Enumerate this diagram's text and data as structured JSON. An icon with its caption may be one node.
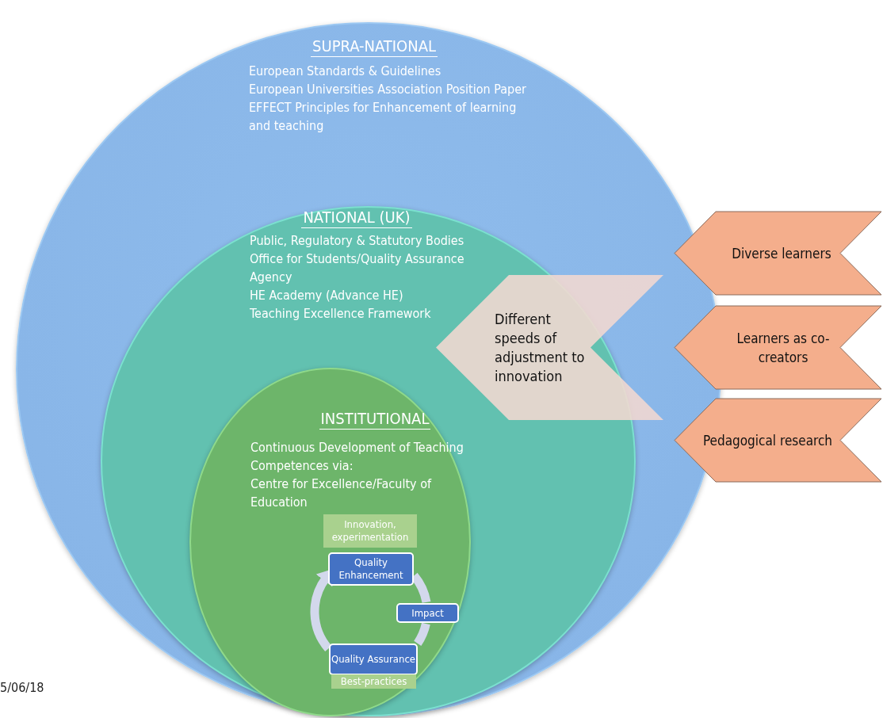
{
  "diagram": {
    "nodes": [
      {
        "text": [
          "SUPRA-NATIONAL",
          "European Standards & Guidelines",
          "European Universities Association Position Paper",
          "EFFECT Principles for Enhancement of learning and teaching"
        ]
      },
      {
        "text": [
          "NATIONAL (UK)",
          "Public, Regulatory & Statutory Bodies",
          "Office for Students/Quality Assurance Agency",
          "HE Academy (Advance HE)",
          "Teaching Excellence Framework"
        ],
        "in": 0
      },
      {
        "text": [
          "INSTITUTIONAL",
          "Continuous Development of Teaching Competences via:",
          "Centre for Excellence/Faculty of Education"
        ],
        "in": 1
      },
      {
        "text": [
          "Innovation, experimentation"
        ],
        "in": 2
      },
      {
        "text": [
          "Quality Enhancement"
        ],
        "in": 2
      },
      {
        "text": [
          "Impact"
        ],
        "in": 2
      },
      {
        "text": [
          "Quality Assurance"
        ],
        "in": 2
      },
      {
        "text": [
          "Best-practices"
        ],
        "in": 2
      },
      {
        "text": [
          "Different speeds of adjustment to innovation"
        ],
        "in": 0
      },
      {
        "text": [
          "Diverse learners"
        ]
      },
      {
        "text": [
          "Learners as co-creators"
        ]
      },
      {
        "text": [
          "Pedagogical research"
        ]
      }
    ],
    "edges": [
      {
        "from": 4,
        "to": 5,
        "arrow": "none"
      },
      {
        "from": 5,
        "to": 6,
        "arrow": "none"
      },
      {
        "from": 6,
        "to": 4,
        "arrow": "to"
      }
    ],
    "labels": [
      "5/06/18"
    ]
  }
}
